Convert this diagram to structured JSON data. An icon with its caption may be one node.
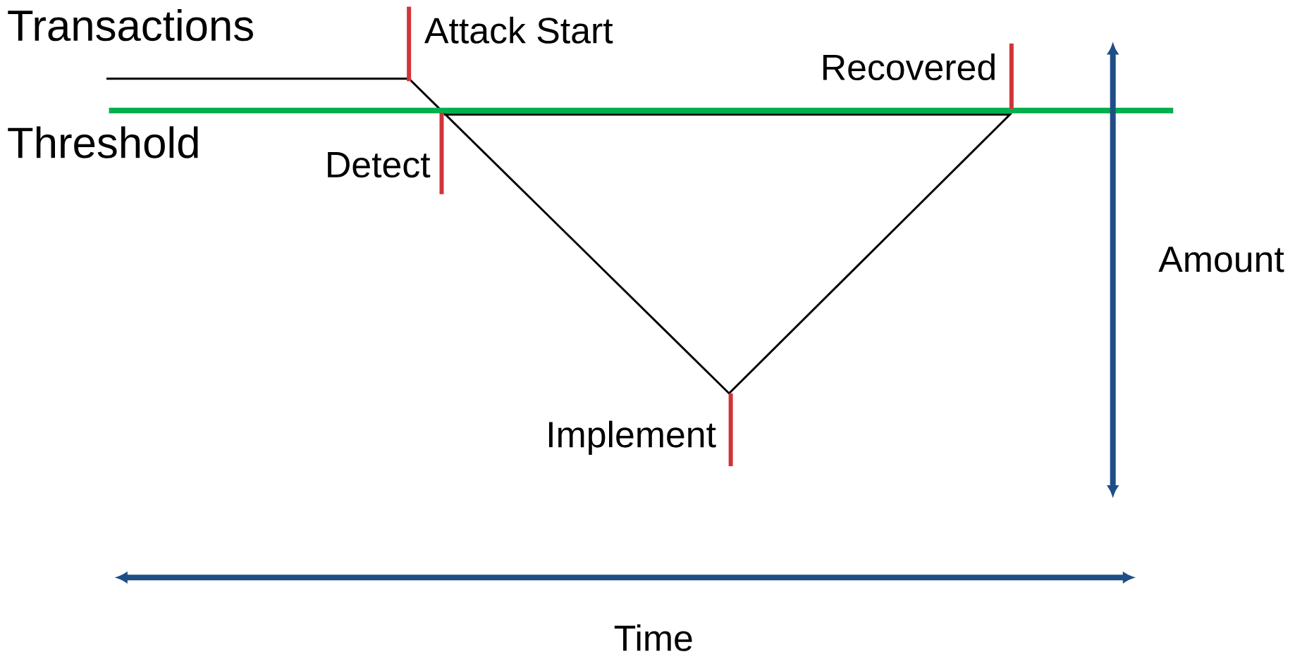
{
  "diagram": {
    "labels": [
      "Transactions",
      "Attack Start",
      "Recovered",
      "Threshold",
      "Detect",
      "Amount",
      "Implement",
      "Time"
    ]
  }
}
